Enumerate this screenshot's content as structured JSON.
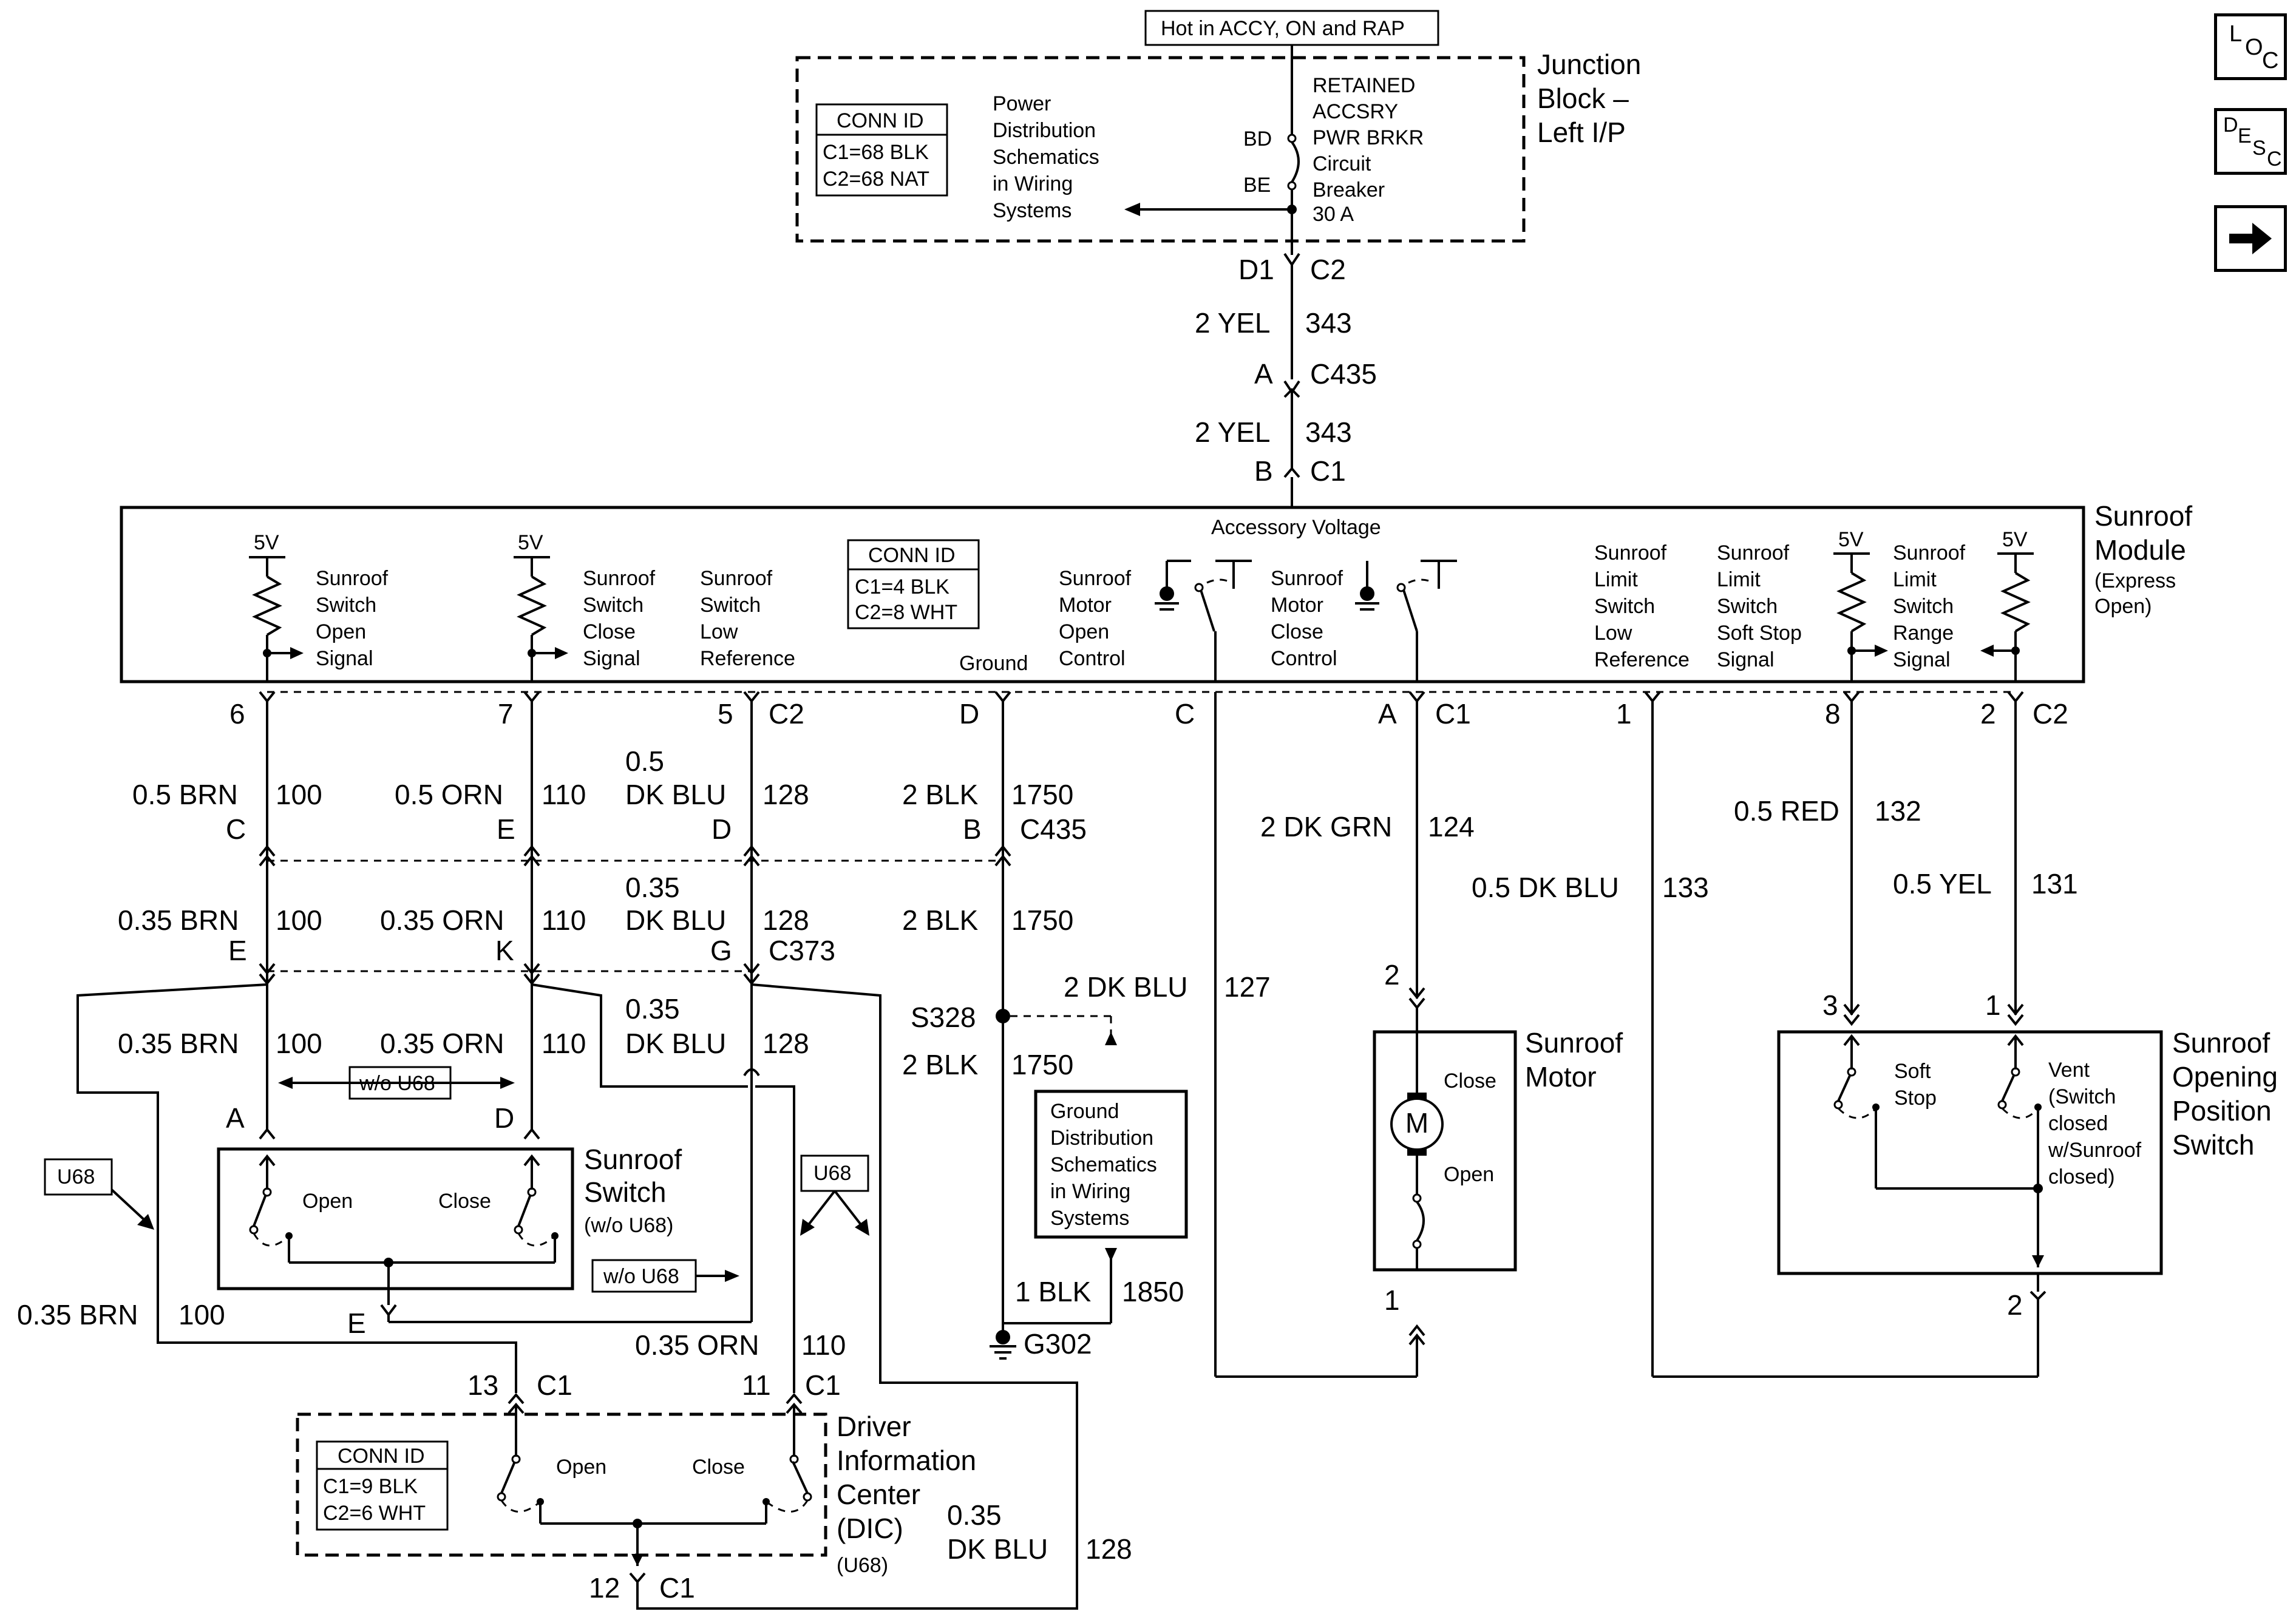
{
  "nav": {
    "loc": {
      "a": "L",
      "b": "O",
      "c": "C"
    },
    "desc": {
      "a": "D",
      "b": "E",
      "c": "S",
      "d": "C"
    },
    "next_icon": "arrow-right-icon"
  },
  "junction": {
    "hot_label": "Hot in ACCY, ON and RAP",
    "title": [
      "Junction",
      "Block –",
      "Left I/P"
    ],
    "conn_id": {
      "header": "CONN ID",
      "c1": "C1=68 BLK",
      "c2": "C2=68 NAT"
    },
    "pds": [
      "Power",
      "Distribution",
      "Schematics",
      "in Wiring",
      "Systems"
    ],
    "breaker": [
      "RETAINED",
      "ACCSRY",
      "PWR BRKR",
      "Circuit",
      "Breaker",
      "30 A"
    ],
    "pin_bd": "BD",
    "pin_be": "BE"
  },
  "feed": {
    "d1": "D1",
    "c2": "C2",
    "wire1": "2 YEL",
    "circ1": "343",
    "a": "A",
    "c435": "C435",
    "wire2": "2 YEL",
    "circ2": "343",
    "b": "B",
    "c1": "C1"
  },
  "module": {
    "title": [
      "Sunroof",
      "Module"
    ],
    "subtitle": [
      "(Express",
      "Open)"
    ],
    "five_v": "5V",
    "accessory_voltage": "Accessory Voltage",
    "conn_id": {
      "header": "CONN ID",
      "c1": "C1=4 BLK",
      "c2": "C2=8 WHT"
    },
    "open_signal": [
      "Sunroof",
      "Switch",
      "Open",
      "Signal"
    ],
    "close_signal": [
      "Sunroof",
      "Switch",
      "Close",
      "Signal"
    ],
    "low_ref": [
      "Sunroof",
      "Switch",
      "Low",
      "Reference"
    ],
    "ground": "Ground",
    "motor_open": [
      "Sunroof",
      "Motor",
      "Open",
      "Control"
    ],
    "motor_close": [
      "Sunroof",
      "Motor",
      "Close",
      "Control"
    ],
    "limit_low": [
      "Sunroof",
      "Limit",
      "Switch",
      "Low",
      "Reference"
    ],
    "soft_stop": [
      "Sunroof",
      "Limit",
      "Switch",
      "Soft Stop",
      "Signal"
    ],
    "range": [
      "Sunroof",
      "Limit",
      "Switch",
      "Range",
      "Signal"
    ]
  },
  "pins": {
    "p6": "6",
    "p7": "7",
    "p5": "5",
    "c2a": "C2",
    "pd": "D",
    "pc": "C",
    "pa": "A",
    "c1": "C1",
    "p1": "1",
    "p8": "8",
    "p2": "2",
    "c2b": "C2"
  },
  "wires": {
    "brn05": "0.5 BRN",
    "n100": "100",
    "orn05": "0.5 ORN",
    "n110": "110",
    "dkblu05": [
      "0.5",
      "DK BLU"
    ],
    "n128": "128",
    "blk2": "2 BLK",
    "n1750": "1750",
    "dkgrn": "2 DK GRN",
    "n124": "124",
    "dkblu05b": "0.5 DK BLU",
    "n133": "133",
    "red05": "0.5 RED",
    "n132": "132",
    "yel05": "0.5 YEL",
    "n131": "131",
    "brn035": "0.35 BRN",
    "orn035": "0.35 ORN",
    "dkblu035": [
      "0.35",
      "DK BLU"
    ],
    "dkblu2": "2 DK BLU",
    "n127": "127",
    "blk1": "1 BLK",
    "n1850": "1850",
    "orn035b": "0.35 ORN",
    "n110b": "110",
    "brn035b": "0.35 BRN",
    "n100b": "100",
    "dkblu035b": [
      "0.35",
      "DK BLU"
    ],
    "n128b": "128"
  },
  "connectors": {
    "c": "C",
    "e": "E",
    "d": "D",
    "b": "B",
    "c435": "C435",
    "e2": "E",
    "k": "K",
    "g": "G",
    "c373": "C373",
    "s328": "S328",
    "g302": "G302",
    "a": "A",
    "d2": "D",
    "e3": "E",
    "n13": "13",
    "c1a": "C1",
    "n11": "11",
    "c1b": "C1",
    "n12": "12",
    "c1c": "C1",
    "m2": "2",
    "m1": "1",
    "s3": "3",
    "s1": "1",
    "s2": "2"
  },
  "gds": [
    "Ground",
    "Distribution",
    "Schematics",
    "in Wiring",
    "Systems"
  ],
  "badges": {
    "wo_u68a": "w/o U68",
    "wo_u68b": "w/o U68",
    "u68a": "U68",
    "u68b": "U68"
  },
  "switch": {
    "title": [
      "Sunroof",
      "Switch"
    ],
    "sub": "(w/o U68)",
    "open": "Open",
    "close": "Close"
  },
  "dic": {
    "title": [
      "Driver",
      "Information",
      "Center",
      "(DIC)"
    ],
    "sub": "(U68)",
    "conn_id": {
      "header": "CONN ID",
      "c1": "C1=9 BLK",
      "c2": "C2=6 WHT"
    },
    "open": "Open",
    "close": "Close"
  },
  "motor": {
    "title": [
      "Sunroof",
      "Motor"
    ],
    "m": "M",
    "close": "Close",
    "open": "Open"
  },
  "pos_switch": {
    "title": [
      "Sunroof",
      "Opening",
      "Position",
      "Switch"
    ],
    "soft_stop": [
      "Soft",
      "Stop"
    ],
    "vent": [
      "Vent",
      "(Switch",
      "closed",
      "w/Sunroof",
      "closed)"
    ]
  }
}
